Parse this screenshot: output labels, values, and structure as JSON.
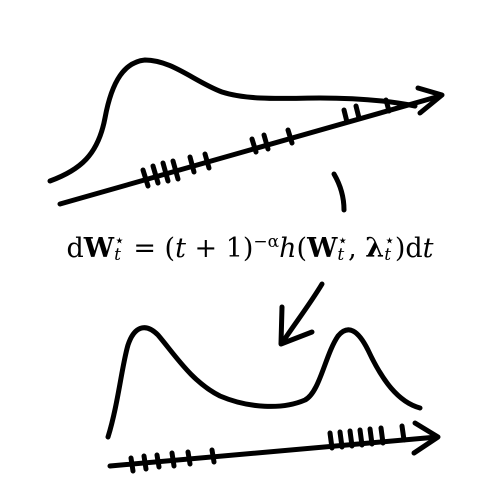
{
  "equation": {
    "prefix": "d",
    "W": "W",
    "star": "⋆",
    "t": "t",
    "eq": " = (",
    "t2": "t",
    "plus_one": " + 1)",
    "neg_alpha": "−α",
    "h": "h",
    "open": "(",
    "W2": "W",
    "comma": ", ",
    "lambda": "λ",
    "close": ")d",
    "t3": "t"
  },
  "colors": {
    "stroke": "#000000",
    "background": "#ffffff"
  },
  "icons": {
    "top_axis": "arrow-axis-icon",
    "bottom_axis": "arrow-axis-icon",
    "transition": "curved-arrow-icon"
  }
}
